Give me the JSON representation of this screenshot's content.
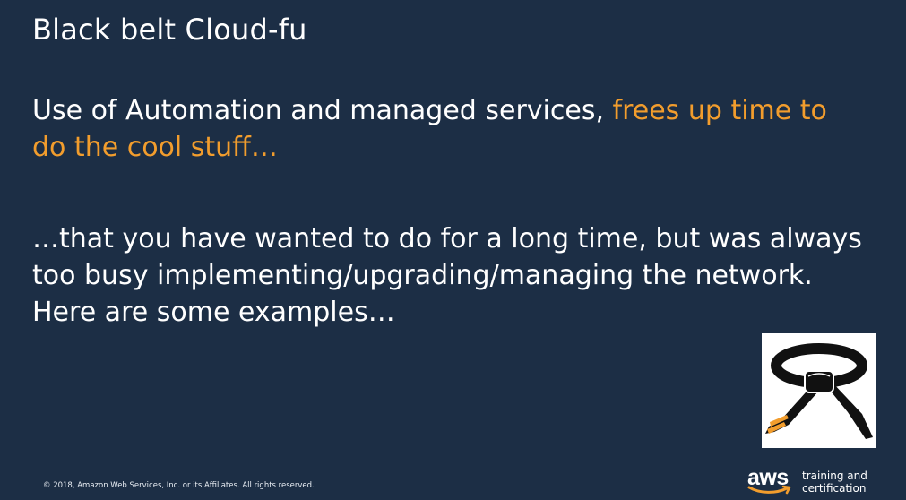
{
  "slide": {
    "title": "Black belt Cloud-fu",
    "para1_white": "Use of Automation and managed services, ",
    "para1_highlight": "frees up time to do the cool stuff…",
    "para2": "…that you have wanted to do for a long time, but was always too busy implementing/upgrading/managing the network. Here are some examples…",
    "highlight_color": "#f29d2d",
    "background_color": "#1c2e45"
  },
  "footer": {
    "copyright": "© 2018, Amazon Web Services, Inc. or its Affiliates. All rights reserved.",
    "logo_text": "aws",
    "logo_sub_line1": "training and",
    "logo_sub_line2": "certification"
  },
  "icons": {
    "belt": "black-belt-icon",
    "aws_smile": "aws-smile-arrow"
  }
}
